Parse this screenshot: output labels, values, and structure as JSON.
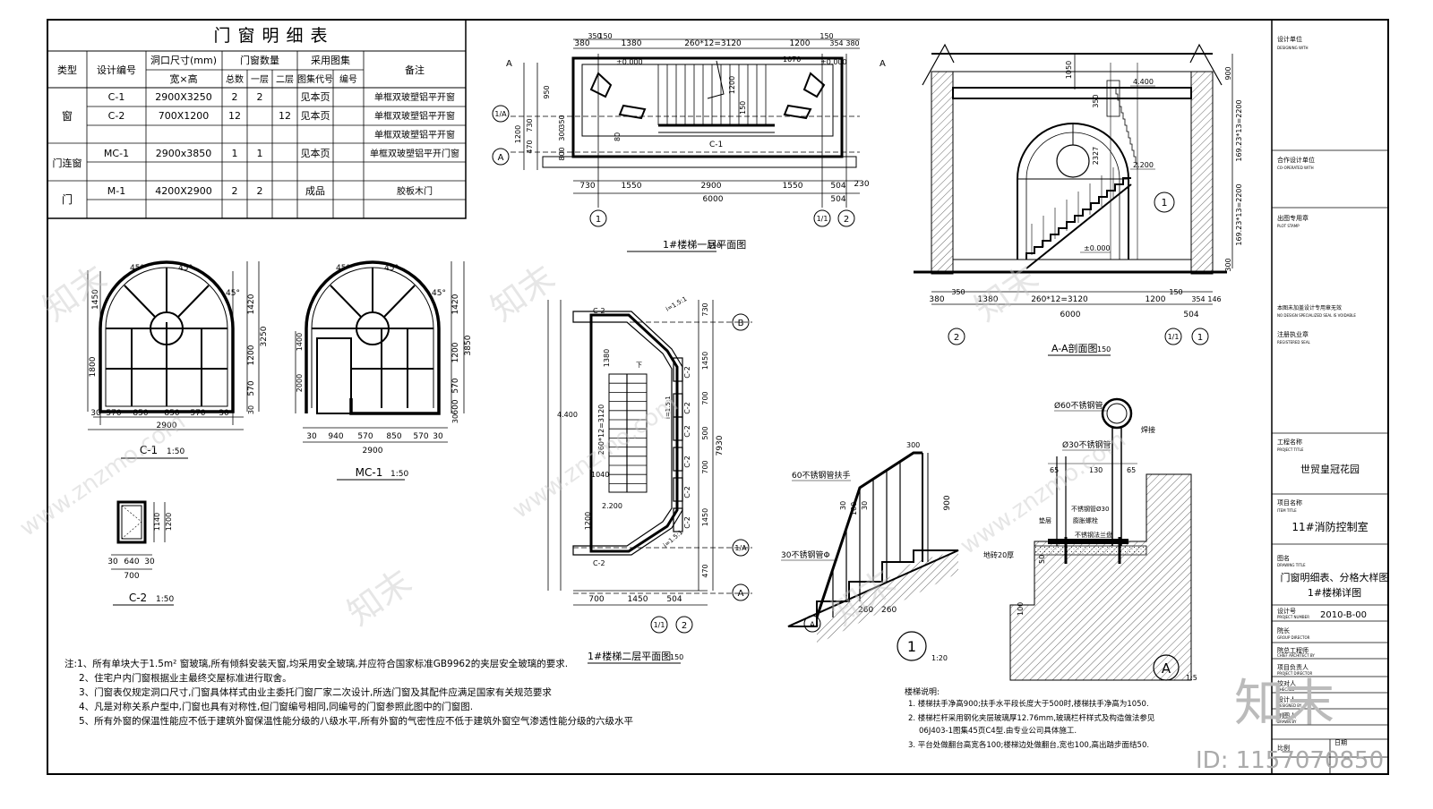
{
  "table": {
    "title": "门窗明细表",
    "headers": {
      "type": "类型",
      "code": "设计编号",
      "opening": "洞口尺寸(mm)",
      "opening_sub": "宽×高",
      "count": "门窗数量",
      "total": "总数",
      "floor1": "一层",
      "floor2": "二层",
      "atlas": "采用图集",
      "atlas_code": "图集代号",
      "atlas_no": "编号",
      "remark": "备注"
    },
    "rows": [
      {
        "type": "窗",
        "code": "C-1",
        "size": "2900X3250",
        "total": "2",
        "f1": "2",
        "f2": "",
        "atlas": "见本页",
        "remark": "单框双玻塑铝平开窗"
      },
      {
        "type": "",
        "code": "C-2",
        "size": "700X1200",
        "total": "12",
        "f1": "",
        "f2": "12",
        "atlas": "见本页",
        "remark": "单框双玻塑铝平开窗"
      },
      {
        "type": "",
        "code": "",
        "size": "",
        "total": "",
        "f1": "",
        "f2": "",
        "atlas": "",
        "remark": "单框双玻塑铝平开窗"
      },
      {
        "type": "门连窗",
        "code": "MC-1",
        "size": "2900x3850",
        "total": "1",
        "f1": "1",
        "f2": "",
        "atlas": "见本页",
        "remark": "单框双玻塑铝平开门窗"
      },
      {
        "type": "",
        "code": "",
        "size": "",
        "total": "",
        "f1": "",
        "f2": "",
        "atlas": "",
        "remark": ""
      },
      {
        "type": "门",
        "code": "M-1",
        "size": "4200X2900",
        "total": "2",
        "f1": "2",
        "f2": "",
        "atlas": "成品",
        "remark": "胶板木门"
      },
      {
        "type": "",
        "code": "",
        "size": "",
        "total": "",
        "f1": "",
        "f2": "",
        "atlas": "",
        "remark": ""
      }
    ]
  },
  "drawings": {
    "c1": {
      "title": "C-1",
      "scale": "1:50",
      "dims_bottom": [
        "30",
        "570",
        "850",
        "850",
        "570",
        "30"
      ],
      "total": "2900",
      "dims_right": [
        "1420",
        "1200",
        "570",
        "30"
      ],
      "overall": "3250",
      "left": "1800",
      "arc": [
        "45°",
        "45°",
        "45°"
      ],
      "r": "1450"
    },
    "mc1": {
      "title": "MC-1",
      "scale": "1:50",
      "dims_bottom": [
        "30",
        "940",
        "570",
        "850",
        "570",
        "30"
      ],
      "total": "2900",
      "dims_right": [
        "1420",
        "1200",
        "570",
        "600",
        "30"
      ],
      "overall": "3850",
      "left": [
        "1400",
        "2000"
      ],
      "arc": [
        "45°",
        "45°",
        "45°"
      ]
    },
    "c2": {
      "title": "C-2",
      "scale": "1:50",
      "dims_bottom": [
        "30",
        "640",
        "30"
      ],
      "total": "700",
      "right": [
        "1140",
        "1200"
      ]
    },
    "plan1": {
      "title": "1#楼梯一层平面图",
      "scale": "150",
      "top": [
        "380",
        "350",
        "150",
        "1380",
        "260*12=3120",
        "1200",
        "150",
        "354",
        "380"
      ],
      "top2": "1070",
      "elev": "±0.000",
      "left": [
        "950",
        "730",
        "1200",
        "470",
        "800",
        "300",
        "350"
      ],
      "bottom1": [
        "730",
        "1550",
        "2900",
        "1550",
        "504",
        "230"
      ],
      "total": "6000",
      "bottom_extra": "504",
      "window": "C-1",
      "axes": [
        "A",
        "A",
        "1/A",
        "A",
        "1",
        "1/1",
        "2"
      ],
      "mid": "1200",
      "b1": "150",
      "b2": "80"
    },
    "plan2": {
      "title": "1#楼梯二层平面图",
      "scale": "150",
      "left": [
        "1380",
        "4.400",
        "260*12=3120",
        "1040",
        "2.200",
        "1200"
      ],
      "right": [
        "730",
        "1450",
        "700",
        "500",
        "700",
        "1450",
        "470"
      ],
      "total": "7930",
      "bottom": [
        "700",
        "1450",
        "504"
      ],
      "windows": [
        "C-2",
        "C-2",
        "C-2",
        "C-2",
        "C-2",
        "C-2"
      ],
      "slope": "i=1.5:1",
      "axes": [
        "B",
        "1/A",
        "A",
        "1/1",
        "2"
      ],
      "down": "下"
    },
    "section": {
      "title": "A-A剖面图",
      "scale": "150",
      "elevs": [
        "4.400",
        "2.200",
        "±0.000"
      ],
      "right": [
        "900",
        "169.23*13=2200",
        "169.23*13=2200",
        "300"
      ],
      "left": [
        "1050",
        "350",
        "2327"
      ],
      "bottom": [
        "380",
        "350",
        "1380",
        "260*12=3120",
        "1200",
        "150",
        "354",
        "146"
      ],
      "total": "6000",
      "b504": "504",
      "axes": [
        "2",
        "1/1",
        "1"
      ]
    },
    "detail1": {
      "title": "1",
      "scale": "1:20",
      "labels": [
        "300",
        "60不锈钢管扶手",
        "900",
        "30",
        "100",
        "30",
        "30不锈钢管Φ",
        "260",
        "260"
      ],
      "axis": "A"
    },
    "detailA": {
      "title": "A",
      "scale": "1:5",
      "labels": [
        "Ø60不锈钢管",
        "焊接",
        "Ø30不锈钢管",
        "65",
        "130",
        "65",
        "不锈钢管Ø30",
        "不锈钢法兰盘",
        "膨胀螺栓",
        "垫层",
        "地砖20厚",
        "50",
        "100"
      ]
    }
  },
  "notes": {
    "main": [
      "注:1、所有单块大于1.5m² 窗玻璃,所有倾斜安装天窗,均采用安全玻璃,并应符合国家标准GB9962的夹层安全玻璃的要求.",
      "2、住宅户内门窗根据业主最终交屋标准进行取舍。",
      "3、门窗表仅规定洞口尺寸,门窗具体样式由业主委托门窗厂家二次设计,所选门窗及其配件应满足国家有关规范要求",
      "4、凡是对称关系户型中,门窗也具有对称性,但门窗编号相同,同编号的门窗参照此图中的门窗图.",
      "5、所有外窗的保温性能应不低于建筑外窗保温性能分级的八级水平,所有外窗的气密性应不低于建筑外窗空气渗透性能分级的六级水平"
    ],
    "stair_title": "楼梯说明:",
    "stair": [
      "1. 楼梯扶手净高900;扶手水平段长度大于500时,楼梯扶手净高为1050.",
      "2. 楼梯栏杆采用钢化夹层玻璃厚12.76mm,玻璃栏杆样式及构造做法参见",
      "06J403-1图集45页C4型.由专业公司具体施工.",
      "3. 平台处做翻台高宽各100;楼梯边处做翻台,宽也100,高出踏步面结50."
    ]
  },
  "titleblock": {
    "design_unit": "设计单位",
    "design_unit_en": "DESIGNING WITH",
    "co_unit": "合作设计单位",
    "co_unit_en": "CO-OPERATED WITH",
    "stamp": "出图专用章",
    "stamp_en": "PLOT STAMP",
    "seal_note": "本图未加盖设计专用章无效",
    "seal_note_en": "NO DESIGN SPECIALIZED SEAL IS VOIDABLE",
    "reg": "注册执业章",
    "reg_en": "REGISTERED SEAL",
    "project_label": "工程名称",
    "project_label_en": "PROJECT TITLE",
    "project": "世贸皇冠花园",
    "item_label": "项目名称",
    "item_label_en": "ITEM TITLE",
    "item": "11#消防控制室",
    "drawing_label": "图名",
    "drawing_label_en": "DRAWING TITLE",
    "drawing1": "门窗明细表、分格大样图",
    "drawing2": "1#楼梯详图",
    "no_label": "设计号",
    "no_label_en": "PROJECT NUMBER",
    "no": "2010-B-00",
    "roles": [
      [
        "院长",
        "GROUP DIRECTOR"
      ],
      [
        "院总工程师",
        "CHIEF ARCHITECT BY"
      ],
      [
        "项目负责人",
        "PROJECT DIRECTOR"
      ],
      [
        "校对人",
        "CHECKED"
      ],
      [
        "设计人",
        "DESIGNED BY"
      ],
      [
        "制图人",
        "DRAWN BY"
      ]
    ],
    "scale_label": "比例",
    "date_label": "日期"
  },
  "watermark": {
    "brand": "知末",
    "id": "ID: 1157070850",
    "site": "www.znzmo.com"
  }
}
